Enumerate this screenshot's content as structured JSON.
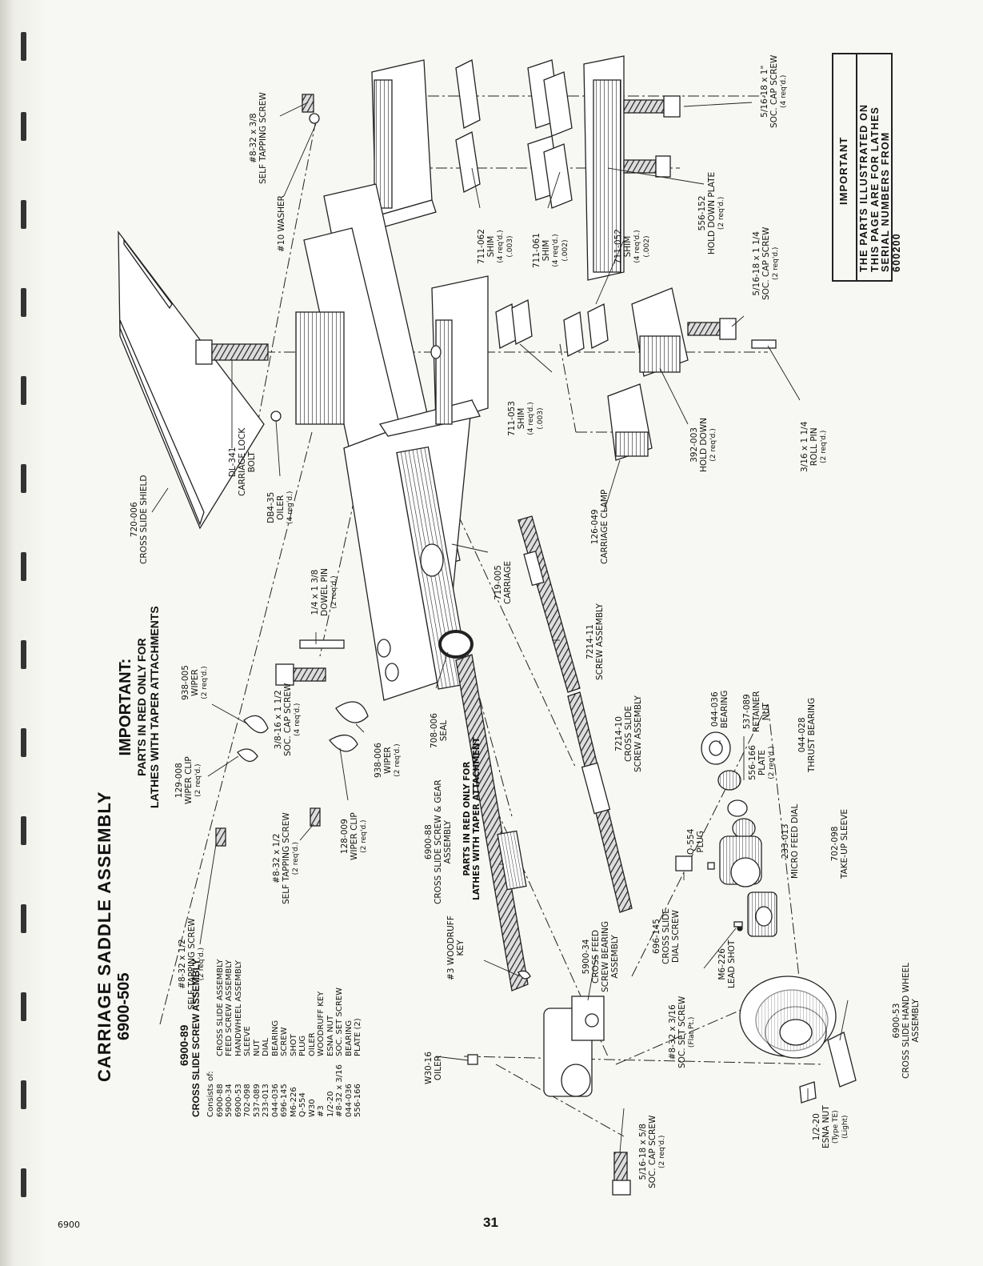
{
  "title": {
    "line1": "CARRIAGE SADDLE ASSEMBLY",
    "line2": "6900-505"
  },
  "important_box": {
    "header": "IMPORTANT",
    "lines": [
      "THE PARTS ILLUSTRATED ON",
      "THIS PAGE ARE FOR LATHES",
      "SERIAL NUMBERS FROM",
      "600200"
    ]
  },
  "important_red": {
    "line1": "IMPORTANT:",
    "line2": "PARTS IN RED ONLY FOR",
    "line3": "LATHES WITH TAPER ATTACHMENTS"
  },
  "taper_note": {
    "line1": "PARTS IN RED ONLY FOR",
    "line2": "LATHES WITH TAPER ATTACHMENT"
  },
  "assembly_list": {
    "number": "6900-89",
    "name": "CROSS SLIDE SCREW ASSEMBLY",
    "consists_label": "Consists of:",
    "items": [
      {
        "part": "6900-88",
        "desc": "CROSS SLIDE ASSEMBLY"
      },
      {
        "part": "5900-34",
        "desc": "FEED SCREW ASSEMBLY"
      },
      {
        "part": "6900-53",
        "desc": "HANDWHEEL ASSEMBLY"
      },
      {
        "part": "702-098",
        "desc": "SLEEVE"
      },
      {
        "part": "537-089",
        "desc": "NUT"
      },
      {
        "part": "233-013",
        "desc": "DIAL"
      },
      {
        "part": "044-036",
        "desc": "BEARING"
      },
      {
        "part": "696-145",
        "desc": "SCREW"
      },
      {
        "part": "M6-226",
        "desc": "SHOT"
      },
      {
        "part": "Q-554",
        "desc": "PLUG"
      },
      {
        "part": "W30",
        "desc": "OILER"
      },
      {
        "part": "#3",
        "desc": "WOODRUFF KEY"
      },
      {
        "part": "1/2-20",
        "desc": "ESNA NUT"
      },
      {
        "part": "#8-32 x 3/16",
        "desc": "SOC. SET SCREW"
      },
      {
        "part": "044-036",
        "desc": "BEARING"
      },
      {
        "part": "556-166",
        "desc": "PLATE (2)"
      }
    ]
  },
  "labels": {
    "l_8_32_3_8": [
      "#8-32 x 3/8",
      "SELF TAPPING SCREW"
    ],
    "l_washer": [
      "#10 WASHER"
    ],
    "l_cap_5_16_1": [
      "5/16-18 x 1\"",
      "SOC. CAP SCREW",
      "(4 req'd.)"
    ],
    "l_711_062": [
      "711-062",
      "SHIM",
      "(4 req'd.)",
      "(.003)"
    ],
    "l_711_061": [
      "711-061",
      "SHIM",
      "(4 req'd.)",
      "(.002)"
    ],
    "l_711_052": [
      "711-052",
      "SHIM",
      "(4 req'd.)",
      "(.002)"
    ],
    "l_556_152": [
      "556-152",
      "HOLD DOWN PLATE",
      "(2 req'd.)"
    ],
    "l_cap_5_16_114": [
      "5/16-18 x 1 1/4",
      "SOC. CAP SCREW",
      "(2 req'd.)"
    ],
    "l_roll_pin": [
      "3/16 x 1 1/4",
      "ROLL PIN",
      "(2 req'd.)"
    ],
    "l_392_003": [
      "392-003",
      "HOLD DOWN",
      "(2 req'd.)"
    ],
    "l_711_053": [
      "711-053",
      "SHIM",
      "(4 req'd.)",
      "(.003)"
    ],
    "l_126_049": [
      "126-049",
      "CARRIAGE CLAMP"
    ],
    "l_720_006": [
      "720-006",
      "CROSS SLIDE SHIELD"
    ],
    "l_dl_341": [
      "DL-341",
      "CARRIAGE LOCK",
      "BOLT"
    ],
    "l_db4_35": [
      "DB4-35",
      "OILER",
      "(4 req'd.)"
    ],
    "l_719_005": [
      "719-005",
      "CARRIAGE"
    ],
    "l_dowel": [
      "1/4 x 1 3/8",
      "DOWEL PIN",
      "(2 req'd.)"
    ],
    "l_7214_11": [
      "7214-11",
      "SCREW ASSEMBLY"
    ],
    "l_938_005": [
      "938-005",
      "WIPER",
      "(2 req'd.)"
    ],
    "l_938_006": [
      "938-006",
      "WIPER",
      "(2 req'd.)"
    ],
    "l_cap_3_8": [
      "3/8-16 x 1 1/2",
      "SOC. CAP SCREW",
      "(4 req'd.)"
    ],
    "l_129_008": [
      "129-008",
      "WIPER CLIP",
      "(2 req'd.)"
    ],
    "l_128_009": [
      "128-009",
      "WIPER CLIP",
      "(2 req'd.)"
    ],
    "l_708_006": [
      "708-006",
      "SEAL"
    ],
    "l_6900_88": [
      "6900-88",
      "CROSS SLIDE SCREW & GEAR",
      "ASSEMBLY"
    ],
    "l_7214_10": [
      "7214-10",
      "CROSS SLIDE",
      "SCREW ASSEMBLY"
    ],
    "l_044_036": [
      "044-036",
      "BEARING"
    ],
    "l_537_089": [
      "537-089",
      "RETAINER",
      "NUT"
    ],
    "l_556_166": [
      "556-166",
      "PLATE",
      "(2 req'd.)"
    ],
    "l_044_028": [
      "044-028",
      "THRUST BEARING"
    ],
    "l_q_554": [
      "Q-554",
      "PLUG"
    ],
    "l_233_013": [
      "233-013",
      "MICRO FEED DIAL"
    ],
    "l_702_098": [
      "702-098",
      "TAKE-UP SLEEVE"
    ],
    "l_8_32_1_2a": [
      "#8-32 x 1/2",
      "SELF TAPPING SCREW",
      "(2 req'd.)"
    ],
    "l_8_32_1_2b": [
      "#8-32 x 1/2",
      "SELF TAPPING SCREW",
      "(2 req'd.)"
    ],
    "l_woodruff": [
      "#3 WOODRUFF",
      "KEY"
    ],
    "l_5900_34": [
      "5900-34",
      "CROSS FEED",
      "SCREW BEARING",
      "ASSEMBLY"
    ],
    "l_696_145": [
      "696-145",
      "CROSS SLIDE",
      "DIAL SCREW"
    ],
    "l_m6_226": [
      "M6-226",
      "LEAD SHOT"
    ],
    "l_set_screw": [
      "#8-32 x 3/16",
      "SOC. SET SCREW",
      "(Flat Pt.)"
    ],
    "l_6900_53": [
      "6900-53",
      "CROSS SLIDE HAND WHEEL",
      "ASSEMBLY"
    ],
    "l_w30_16": [
      "W30-16",
      "OILER"
    ],
    "l_cap_5_16_58": [
      "5/16-18 x 5/8",
      "SOC. CAP SCREW",
      "(2 req'd.)"
    ],
    "l_esna": [
      "1/2-20",
      "ESNA NUT",
      "(Type TE)",
      "(Light)"
    ]
  },
  "page_number": "31",
  "footer_code": "6900"
}
